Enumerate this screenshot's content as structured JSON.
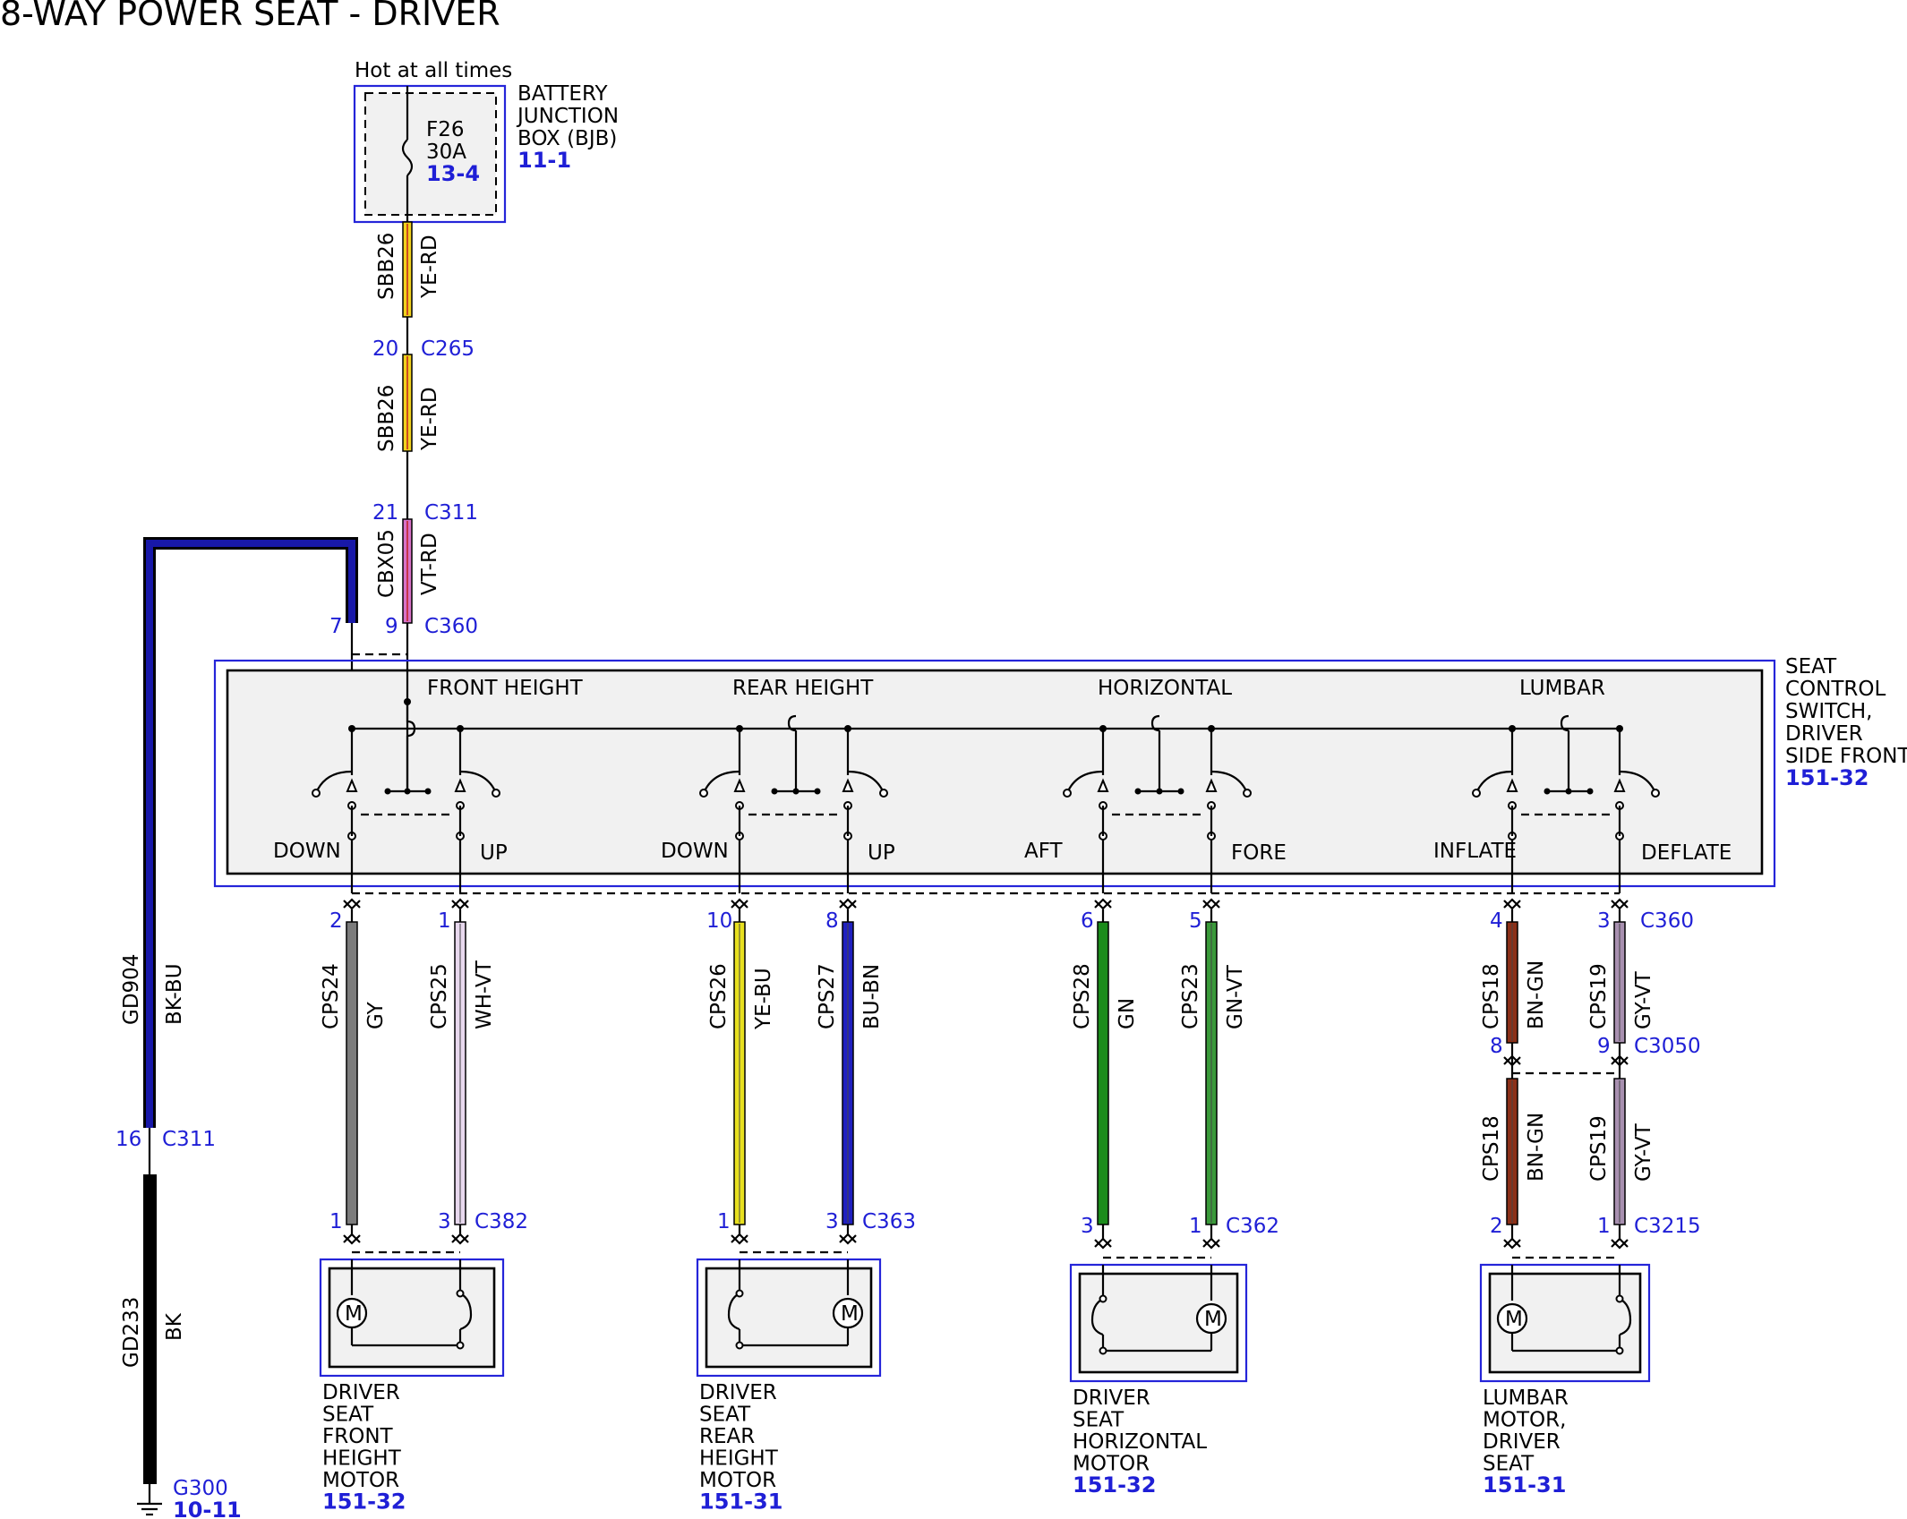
{
  "title": "8-WAY POWER SEAT - DRIVER",
  "power": {
    "hot_label": "Hot at all times",
    "fuse_name": "F26",
    "fuse_rating": "30A",
    "fuse_ref": "13-4",
    "bjb_lines": [
      "BATTERY",
      "JUNCTION",
      "BOX (BJB)"
    ],
    "bjb_ref": "11-1"
  },
  "feed_wires": [
    {
      "circuit": "SBB26",
      "color": "YE-RD"
    },
    {
      "circuit": "SBB26",
      "color": "YE-RD"
    },
    {
      "circuit": "CBX05",
      "color": "VT-RD"
    }
  ],
  "feed_connectors": [
    {
      "pin": "20",
      "name": "C265"
    },
    {
      "pin": "21",
      "name": "C311"
    },
    {
      "pin": "9",
      "name": "C360"
    }
  ],
  "ground_path": {
    "top_pin": "7",
    "upper_wire": {
      "circuit": "GD904",
      "color": "BK-BU"
    },
    "connector_pin": "16",
    "connector_name": "C311",
    "lower_wire": {
      "circuit": "GD233",
      "color": "BK"
    },
    "ground_name": "G300",
    "ground_ref": "10-11"
  },
  "switch": {
    "name_lines": [
      "SEAT",
      "CONTROL",
      "SWITCH,",
      "DRIVER",
      "SIDE FRONT"
    ],
    "ref": "151-32",
    "sections": [
      {
        "label": "FRONT HEIGHT",
        "left": "DOWN",
        "right": "UP"
      },
      {
        "label": "REAR HEIGHT",
        "left": "DOWN",
        "right": "UP"
      },
      {
        "label": "HORIZONTAL",
        "left": "AFT",
        "right": "FORE"
      },
      {
        "label": "LUMBAR",
        "left": "INFLATE",
        "right": "DEFLATE"
      }
    ],
    "output_connector": "C360"
  },
  "output_wires": [
    {
      "top_pin": "2",
      "circuit": "CPS24",
      "color": "GY",
      "bottom_pin": "1"
    },
    {
      "top_pin": "1",
      "circuit": "CPS25",
      "color": "WH-VT",
      "bottom_pin": "3",
      "connector": "C382"
    },
    {
      "top_pin": "10",
      "circuit": "CPS26",
      "color": "YE-BU",
      "bottom_pin": "1"
    },
    {
      "top_pin": "8",
      "circuit": "CPS27",
      "color": "BU-BN",
      "bottom_pin": "3",
      "connector": "C363"
    },
    {
      "top_pin": "6",
      "circuit": "CPS28",
      "color": "GN",
      "bottom_pin": "3"
    },
    {
      "top_pin": "5",
      "circuit": "CPS23",
      "color": "GN-VT",
      "bottom_pin": "1",
      "connector": "C362"
    },
    {
      "top_pin": "4",
      "circuit": "CPS18",
      "color": "BN-GN",
      "mid_pin": "8",
      "lower_circuit": "CPS18",
      "lower_color": "BN-GN",
      "bottom_pin": "2"
    },
    {
      "top_pin": "3",
      "circuit": "CPS19",
      "color": "GY-VT",
      "mid_pin": "9",
      "mid_connector": "C3050",
      "lower_circuit": "CPS19",
      "lower_color": "GY-VT",
      "bottom_pin": "1",
      "connector": "C3215"
    }
  ],
  "motors": [
    {
      "lines": [
        "DRIVER",
        "SEAT",
        "FRONT",
        "HEIGHT",
        "MOTOR"
      ],
      "ref": "151-32",
      "symbol": "M"
    },
    {
      "lines": [
        "DRIVER",
        "SEAT",
        "REAR",
        "HEIGHT",
        "MOTOR"
      ],
      "ref": "151-31",
      "symbol": "M"
    },
    {
      "lines": [
        "DRIVER",
        "SEAT",
        "HORIZONTAL",
        "MOTOR"
      ],
      "ref": "151-32",
      "symbol": "M"
    },
    {
      "lines": [
        "LUMBAR",
        "MOTOR,",
        "DRIVER",
        "SEAT"
      ],
      "ref": "151-31",
      "symbol": "M"
    }
  ],
  "wire_colors": {
    "YE-RD": "#f2d21c",
    "VT-RD": "#d872c8",
    "BK-BU": "#1818a8",
    "BK": "#000000",
    "GY": "#7c7c7c",
    "WH-VT": "#e8d8ee",
    "YE-BU": "#e8e020",
    "BU-BN": "#2020c0",
    "GN": "#1c8c1c",
    "GN-VT": "#3a9a3a",
    "BN-GN": "#8c3018",
    "GY-VT": "#a890b0",
    "reference_blue": "#1f1fd6"
  }
}
